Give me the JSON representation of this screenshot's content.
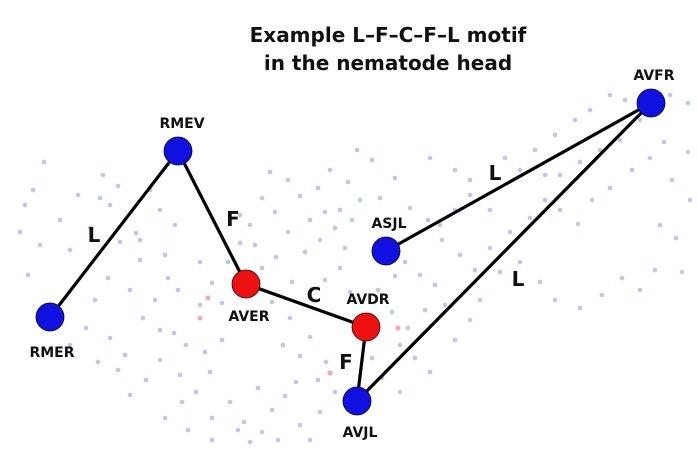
{
  "title": {
    "line1": "Example L–F–C–F–L motif",
    "line2": "in the nematode head"
  },
  "colors": {
    "blue_node": "#1010e0",
    "red_node": "#ee1111",
    "edge": "#000000",
    "background_dots": "#b8c8f0",
    "pink_dots": "#f2a8c8"
  },
  "nodes": [
    {
      "id": "RMER",
      "label": "RMER",
      "color": "blue"
    },
    {
      "id": "RMEV",
      "label": "RMEV",
      "color": "blue"
    },
    {
      "id": "AVER",
      "label": "AVER",
      "color": "red"
    },
    {
      "id": "AVDR",
      "label": "AVDR",
      "color": "red"
    },
    {
      "id": "AVJL",
      "label": "AVJL",
      "color": "blue"
    },
    {
      "id": "ASJL",
      "label": "ASJL",
      "color": "blue"
    },
    {
      "id": "AVFR",
      "label": "AVFR",
      "color": "blue"
    }
  ],
  "edges": [
    {
      "from": "RMER",
      "to": "RMEV",
      "label": "L"
    },
    {
      "from": "RMEV",
      "to": "AVER",
      "label": "F"
    },
    {
      "from": "AVER",
      "to": "AVDR",
      "label": "C"
    },
    {
      "from": "AVDR",
      "to": "AVJL",
      "label": "F"
    },
    {
      "from": "AVJL",
      "to": "AVFR",
      "label": "L"
    },
    {
      "from": "ASJL",
      "to": "AVFR",
      "label": "L"
    }
  ]
}
